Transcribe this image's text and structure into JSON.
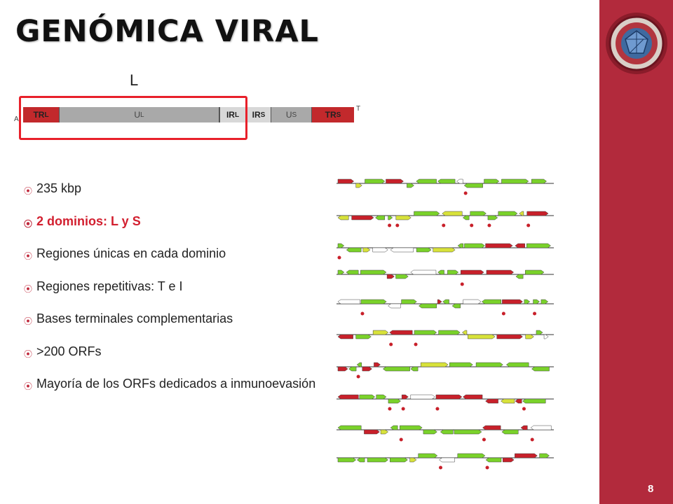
{
  "slide": {
    "title": "GENÓMICA VIRAL",
    "page_number": "8"
  },
  "colors": {
    "accent": "#b22a3c",
    "highlight_box": "#e8202a",
    "tr_region": "#c2292c",
    "u_region": "#a9a9a9",
    "orf_green": "#7ad22a",
    "orf_red": "#c8202a",
    "orf_yellow": "#d8e23a"
  },
  "genome_map": {
    "domain_label": "L",
    "left_end": "A",
    "right_end": "T",
    "segments": [
      {
        "label": "TR",
        "sub": "L"
      },
      {
        "label": "U",
        "sub": "L"
      },
      {
        "label": "IR",
        "sub": "L"
      },
      {
        "label": "IR",
        "sub": "S"
      },
      {
        "label": "U",
        "sub": "S"
      },
      {
        "label": "TR",
        "sub": "S"
      }
    ]
  },
  "bullets": [
    {
      "text": "235 kbp",
      "emphasis": false
    },
    {
      "text": "2 dominios: L y S",
      "emphasis": true
    },
    {
      "text": "Regiones únicas en  cada dominio",
      "emphasis": false
    },
    {
      "text": "Regiones repetitivas: T e I",
      "emphasis": false
    },
    {
      "text": "Bases terminales complementarias",
      "emphasis": false
    },
    {
      "text": ">200 ORFs",
      "emphasis": false
    },
    {
      "text": "Mayoría de los ORFs dedicados a inmunoevasión",
      "emphasis": false
    }
  ],
  "icons": {
    "bullet": "circled-dot-icon",
    "logo": "virus-logo-icon"
  }
}
